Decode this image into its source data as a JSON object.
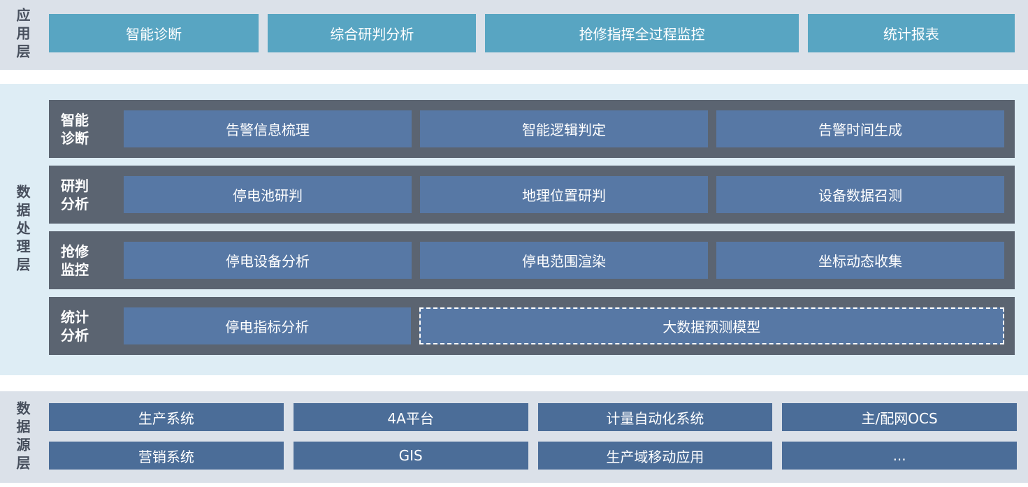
{
  "colors": {
    "band_light_gray": "#dbe1e9",
    "band_light_blue": "#deedf5",
    "teal_button": "#58a5c2",
    "dark_row": "#5b6471",
    "process_button_blue": "#5778a5",
    "source_button_blue": "#4b6d98",
    "layer_label_text": "#474f5d",
    "button_text": "#ffffff"
  },
  "app_layer": {
    "label": "应用层",
    "buttons": [
      "智能诊断",
      "综合研判分析",
      "抢修指挥全过程监控",
      "统计报表"
    ]
  },
  "process_layer": {
    "label": "数据处理层",
    "rows": [
      {
        "label": "智能\n诊断",
        "buttons": [
          "告警信息梳理",
          "智能逻辑判定",
          "告警时间生成"
        ]
      },
      {
        "label": "研判\n分析",
        "buttons": [
          "停电池研判",
          "地理位置研判",
          "设备数据召测"
        ]
      },
      {
        "label": "抢修\n监控",
        "buttons": [
          "停电设备分析",
          "停电范围渲染",
          "坐标动态收集"
        ]
      },
      {
        "label": "统计\n分析",
        "buttons": [
          "停电指标分析"
        ],
        "wide_button": "大数据预测模型"
      }
    ]
  },
  "source_layer": {
    "label": "数据源层",
    "rows": [
      [
        "生产系统",
        "4A平台",
        "计量自动化系统",
        "主/配网OCS"
      ],
      [
        "营销系统",
        "GIS",
        "生产域移动应用",
        "..."
      ]
    ]
  }
}
